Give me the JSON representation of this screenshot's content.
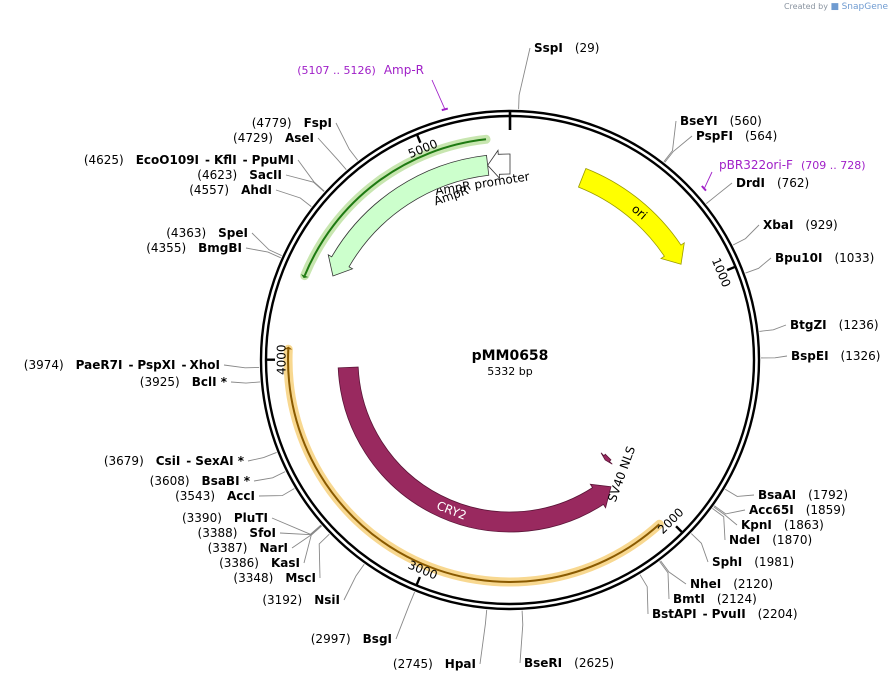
{
  "credit": {
    "prefix": "Created by",
    "brand": "SnapGene"
  },
  "plasmid": {
    "name": "pMM0658",
    "size_label": "5332 bp",
    "length": 5332
  },
  "ticks": [
    {
      "pos": 1000,
      "label": "1000"
    },
    {
      "pos": 2000,
      "label": "2000"
    },
    {
      "pos": 3000,
      "label": "3000"
    },
    {
      "pos": 4000,
      "label": "4000"
    },
    {
      "pos": 5000,
      "label": "5000"
    }
  ],
  "features": [
    {
      "name": "ori",
      "label": "ori",
      "start": 320,
      "end": 900,
      "dir": 1,
      "color": "#ffff00",
      "stroke": "#9a9a00",
      "ring": 0
    },
    {
      "name": "ampr-promoter",
      "label": "AmpR promoter",
      "start": 5235,
      "end": 5332,
      "dir": -1,
      "color": "#ffffff",
      "stroke": "#333333",
      "ring": 0
    },
    {
      "name": "ampr",
      "label": "AmpR",
      "start": 4375,
      "end": 5235,
      "dir": -1,
      "color": "#ccffcc",
      "stroke": "#333333",
      "ring": 1
    },
    {
      "name": "cry2",
      "label": "CRY2",
      "start": 2095,
      "end": 3960,
      "dir": -1,
      "color": "#99295f",
      "stroke": "#5a1437",
      "ring": 2
    },
    {
      "name": "sv40-nls",
      "label": "SV40 NLS",
      "start": 1995,
      "end": 2020,
      "dir": 1,
      "color": "#99295f",
      "stroke": "#5a1437",
      "ring": 3
    }
  ],
  "orfs": [
    {
      "name": "orf-ampr",
      "start": 4330,
      "end": 5240,
      "color": "#1e7a12",
      "shadow": "#c8e6b0"
    },
    {
      "name": "orf-cry2",
      "start": 2040,
      "end": 4040,
      "color": "#8a5a00",
      "shadow": "#f8d890"
    }
  ],
  "primers": [
    {
      "name": "amp-r",
      "range": "(5107 .. 5126)",
      "label": "Amp-R",
      "pos": 5116
    },
    {
      "name": "pbr322ori-f",
      "label": "pBR322ori-F",
      "range": "(709 .. 728)",
      "pos": 718
    }
  ],
  "sites": [
    {
      "id": "sspi",
      "side": "right",
      "names": [
        "SspI"
      ],
      "pos": "(29)",
      "at": 29
    },
    {
      "id": "bseyi",
      "side": "right",
      "names": [
        "BseYI"
      ],
      "pos": "(560)",
      "at": 560
    },
    {
      "id": "pspfi",
      "side": "right",
      "names": [
        "PspFI"
      ],
      "pos": "(564)",
      "at": 564
    },
    {
      "id": "drdi",
      "side": "right",
      "names": [
        "DrdI"
      ],
      "pos": "(762)",
      "at": 762
    },
    {
      "id": "xbai",
      "side": "right",
      "names": [
        "XbaI"
      ],
      "pos": "(929)",
      "at": 929
    },
    {
      "id": "bpu10i",
      "side": "right",
      "names": [
        "Bpu10I"
      ],
      "pos": "(1033)",
      "at": 1033
    },
    {
      "id": "btgzi",
      "side": "right",
      "names": [
        "BtgZI"
      ],
      "pos": "(1236)",
      "at": 1236
    },
    {
      "id": "bspei",
      "side": "right",
      "names": [
        "BspEI"
      ],
      "pos": "(1326)",
      "at": 1326
    },
    {
      "id": "bsaai",
      "side": "right",
      "names": [
        "BsaAI"
      ],
      "pos": "(1792)",
      "at": 1792
    },
    {
      "id": "acc65i",
      "side": "right",
      "names": [
        "Acc65I"
      ],
      "pos": "(1859)",
      "at": 1859
    },
    {
      "id": "kpni",
      "side": "right",
      "names": [
        "KpnI"
      ],
      "pos": "(1863)",
      "at": 1863
    },
    {
      "id": "ndei",
      "side": "right",
      "names": [
        "NdeI"
      ],
      "pos": "(1870)",
      "at": 1870
    },
    {
      "id": "sphi",
      "side": "right",
      "names": [
        "SphI"
      ],
      "pos": "(1981)",
      "at": 1981
    },
    {
      "id": "nhei",
      "side": "right",
      "names": [
        "NheI"
      ],
      "pos": "(2120)",
      "at": 2120
    },
    {
      "id": "bmti",
      "side": "right",
      "names": [
        "BmtI"
      ],
      "pos": "(2124)",
      "at": 2124
    },
    {
      "id": "bstapi",
      "side": "right",
      "names": [
        "BstAPI",
        "PvuII"
      ],
      "pos": "(2204)",
      "at": 2204
    },
    {
      "id": "bseri",
      "side": "right",
      "names": [
        "BseRI"
      ],
      "pos": "(2625)",
      "at": 2625
    },
    {
      "id": "hpai",
      "side": "left",
      "names": [
        "HpaI"
      ],
      "pos": "(2745)",
      "at": 2745
    },
    {
      "id": "bsgi",
      "side": "left",
      "names": [
        "BsgI"
      ],
      "pos": "(2997)",
      "at": 2997
    },
    {
      "id": "nsii",
      "side": "left",
      "names": [
        "NsiI"
      ],
      "pos": "(3192)",
      "at": 3192
    },
    {
      "id": "msci",
      "side": "left",
      "names": [
        "MscI"
      ],
      "pos": "(3348)",
      "at": 3348
    },
    {
      "id": "kasi",
      "side": "left",
      "names": [
        "KasI"
      ],
      "pos": "(3386)",
      "at": 3386
    },
    {
      "id": "nari",
      "side": "left",
      "names": [
        "NarI"
      ],
      "pos": "(3387)",
      "at": 3387
    },
    {
      "id": "sfoi",
      "side": "left",
      "names": [
        "SfoI"
      ],
      "pos": "(3388)",
      "at": 3388
    },
    {
      "id": "pluti",
      "side": "left",
      "names": [
        "PluTI"
      ],
      "pos": "(3390)",
      "at": 3390
    },
    {
      "id": "acci",
      "side": "left",
      "names": [
        "AccI"
      ],
      "pos": "(3543)",
      "at": 3543
    },
    {
      "id": "bsabi",
      "side": "left",
      "names": [
        "BsaBI *"
      ],
      "pos": "(3608)",
      "at": 3608
    },
    {
      "id": "csii",
      "side": "left",
      "names": [
        "CsiI",
        "SexAI *"
      ],
      "pos": "(3679)",
      "at": 3679
    },
    {
      "id": "bcli",
      "side": "left",
      "names": [
        "BclI *"
      ],
      "pos": "(3925)",
      "at": 3925
    },
    {
      "id": "paer7i",
      "side": "left",
      "names": [
        "PaeR7I",
        "PspXI",
        "XhoI"
      ],
      "pos": "(3974)",
      "at": 3974
    },
    {
      "id": "bmgbi",
      "side": "left",
      "names": [
        "BmgBI"
      ],
      "pos": "(4355)",
      "at": 4355
    },
    {
      "id": "spei",
      "side": "left",
      "names": [
        "SpeI"
      ],
      "pos": "(4363)",
      "at": 4363
    },
    {
      "id": "ahdi",
      "side": "left",
      "names": [
        "AhdI"
      ],
      "pos": "(4557)",
      "at": 4557
    },
    {
      "id": "sacii",
      "side": "left",
      "names": [
        "SacII"
      ],
      "pos": "(4623)",
      "at": 4623
    },
    {
      "id": "ecoo109i",
      "side": "left",
      "names": [
        "EcoO109I",
        "KflI",
        "PpuMI"
      ],
      "pos": "(4625)",
      "at": 4625
    },
    {
      "id": "asei",
      "side": "left",
      "names": [
        "AseI"
      ],
      "pos": "(4729)",
      "at": 4729
    },
    {
      "id": "fspi",
      "side": "left",
      "names": [
        "FspI"
      ],
      "pos": "(4779)",
      "at": 4779
    }
  ]
}
